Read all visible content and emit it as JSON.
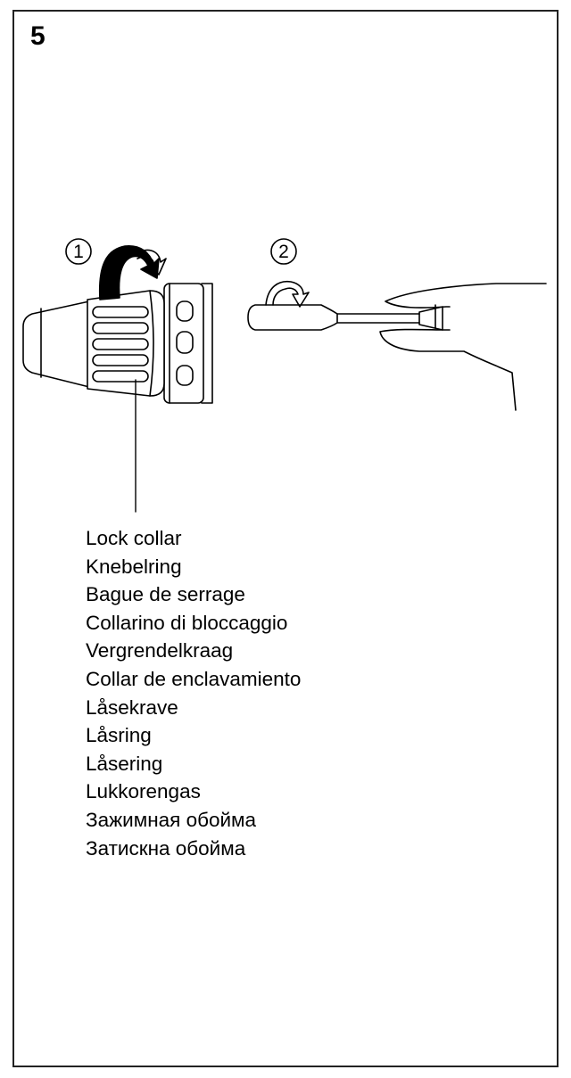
{
  "figure": {
    "step_number": "5",
    "callouts": [
      "1",
      "2"
    ],
    "labels": [
      "Lock collar",
      "Knebelring",
      "Bague de serrage",
      "Collarino di bloccaggio",
      "Vergrendelkraag",
      "Collar de enclavamiento",
      "Låsekrave",
      "Låsring",
      "Låsering",
      "Lukkorengas",
      "Зажимная обойма",
      "Затискна обойма"
    ]
  }
}
